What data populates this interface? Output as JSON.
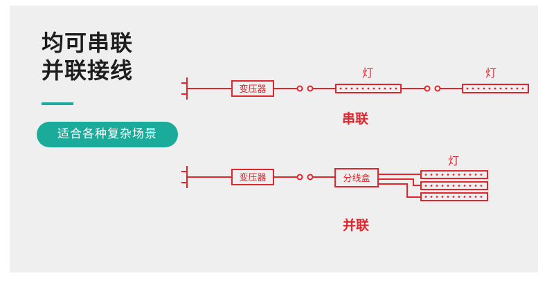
{
  "headline": {
    "line1": "均可串联",
    "line2": "并联接线"
  },
  "scene_badge": "适合各种复杂场景",
  "series_diagram": {
    "transformer_label": "变压器",
    "lamp1_label": "灯",
    "lamp2_label": "灯",
    "caption": "串联"
  },
  "parallel_diagram": {
    "transformer_label": "变压器",
    "junction_label": "分线盒",
    "lamp_label": "灯",
    "caption": "并联"
  },
  "colors": {
    "wire": "#e0252c",
    "accent": "#1bab9a",
    "background": "#f0efef"
  }
}
